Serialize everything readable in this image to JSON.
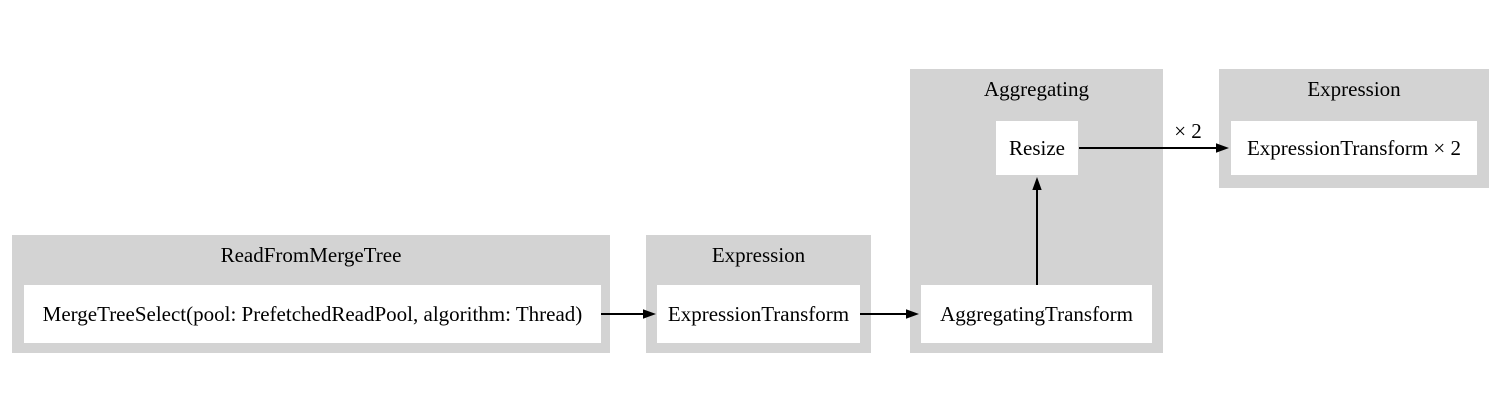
{
  "colors": {
    "background": "#ffffff",
    "cluster_fill": "#d3d3d3",
    "node_fill": "#ffffff",
    "text": "#000000",
    "edge": "#000000"
  },
  "clusters": [
    {
      "id": "read_from_merge_tree",
      "title": "ReadFromMergeTree"
    },
    {
      "id": "expression_1",
      "title": "Expression"
    },
    {
      "id": "aggregating",
      "title": "Aggregating"
    },
    {
      "id": "expression_2",
      "title": "Expression"
    }
  ],
  "nodes": [
    {
      "id": "merge_tree_select",
      "cluster": "read_from_merge_tree",
      "label": "MergeTreeSelect(pool: PrefetchedReadPool, algorithm: Thread)"
    },
    {
      "id": "expression_transform",
      "cluster": "expression_1",
      "label": "ExpressionTransform"
    },
    {
      "id": "aggregating_transform",
      "cluster": "aggregating",
      "label": "AggregatingTransform"
    },
    {
      "id": "resize",
      "cluster": "aggregating",
      "label": "Resize"
    },
    {
      "id": "expression_transform_x2",
      "cluster": "expression_2",
      "label": "ExpressionTransform × 2"
    }
  ],
  "edges": [
    {
      "from": "merge_tree_select",
      "to": "expression_transform"
    },
    {
      "from": "expression_transform",
      "to": "aggregating_transform"
    },
    {
      "from": "aggregating_transform",
      "to": "resize"
    },
    {
      "from": "resize",
      "to": "expression_transform_x2",
      "label": "× 2"
    }
  ]
}
